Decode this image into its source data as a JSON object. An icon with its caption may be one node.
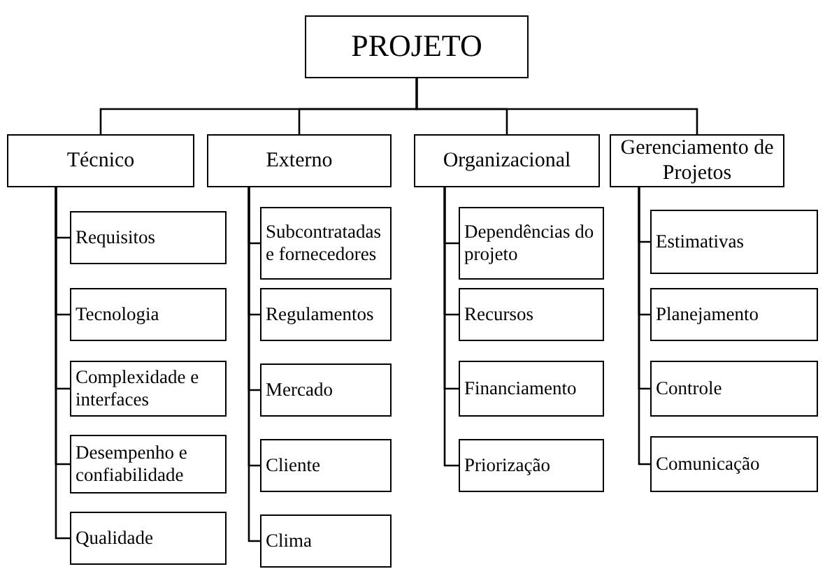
{
  "diagram": {
    "nodes": [
      {
        "text": [
          "PROJETO"
        ]
      },
      {
        "text": [
          "Técnico"
        ]
      },
      {
        "text": [
          "Requisitos"
        ]
      },
      {
        "text": [
          "Tecnologia"
        ]
      },
      {
        "text": [
          "Complexidade e interfaces"
        ]
      },
      {
        "text": [
          "Desempenho e confiabilidade"
        ]
      },
      {
        "text": [
          "Qualidade"
        ]
      },
      {
        "text": [
          "Externo"
        ]
      },
      {
        "text": [
          "Subcontratadas e fornecedores"
        ]
      },
      {
        "text": [
          "Regulamentos"
        ]
      },
      {
        "text": [
          "Mercado"
        ]
      },
      {
        "text": [
          "Cliente"
        ]
      },
      {
        "text": [
          "Clima"
        ]
      },
      {
        "text": [
          "Organizacional"
        ]
      },
      {
        "text": [
          "Dependências do projeto"
        ]
      },
      {
        "text": [
          "Recursos"
        ]
      },
      {
        "text": [
          "Financiamento"
        ]
      },
      {
        "text": [
          "Priorização"
        ]
      },
      {
        "text": [
          "Gerenciamento de Projetos"
        ]
      },
      {
        "text": [
          "Estimativas"
        ]
      },
      {
        "text": [
          "Planejamento"
        ]
      },
      {
        "text": [
          "Controle"
        ]
      },
      {
        "text": [
          "Comunicação"
        ]
      }
    ],
    "edges": [
      {
        "from": 0,
        "to": 1,
        "arrow": "none"
      },
      {
        "from": 0,
        "to": 7,
        "arrow": "none"
      },
      {
        "from": 0,
        "to": 13,
        "arrow": "none"
      },
      {
        "from": 0,
        "to": 18,
        "arrow": "none"
      },
      {
        "from": 1,
        "to": 2,
        "arrow": "none"
      },
      {
        "from": 1,
        "to": 3,
        "arrow": "none"
      },
      {
        "from": 1,
        "to": 4,
        "arrow": "none"
      },
      {
        "from": 1,
        "to": 5,
        "arrow": "none"
      },
      {
        "from": 1,
        "to": 6,
        "arrow": "none"
      },
      {
        "from": 7,
        "to": 8,
        "arrow": "none"
      },
      {
        "from": 7,
        "to": 9,
        "arrow": "none"
      },
      {
        "from": 7,
        "to": 10,
        "arrow": "none"
      },
      {
        "from": 7,
        "to": 11,
        "arrow": "none"
      },
      {
        "from": 7,
        "to": 12,
        "arrow": "none"
      },
      {
        "from": 13,
        "to": 14,
        "arrow": "none"
      },
      {
        "from": 13,
        "to": 15,
        "arrow": "none"
      },
      {
        "from": 13,
        "to": 16,
        "arrow": "none"
      },
      {
        "from": 13,
        "to": 17,
        "arrow": "none"
      },
      {
        "from": 18,
        "to": 19,
        "arrow": "none"
      },
      {
        "from": 18,
        "to": 20,
        "arrow": "none"
      },
      {
        "from": 18,
        "to": 21,
        "arrow": "none"
      },
      {
        "from": 18,
        "to": 22,
        "arrow": "none"
      }
    ]
  }
}
